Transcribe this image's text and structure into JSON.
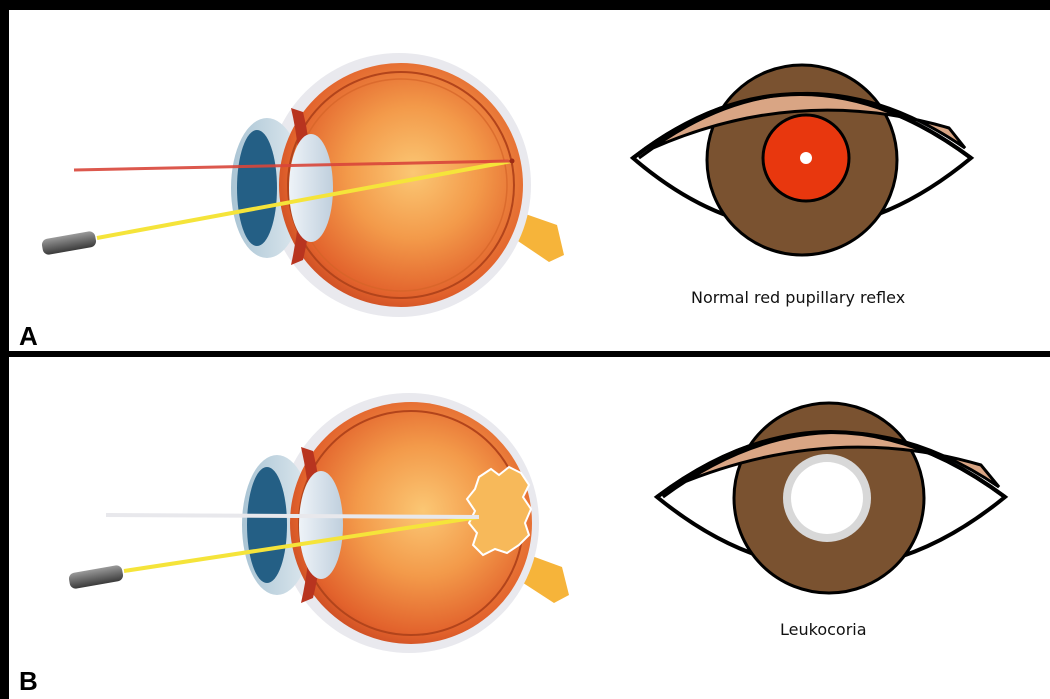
{
  "panels": [
    {
      "letter": "A",
      "caption": "Normal red pupillary reflex"
    },
    {
      "letter": "B",
      "caption": "Leukocoria"
    }
  ],
  "colors": {
    "frame": "#000000",
    "eyeball_orange": "#e8652a",
    "cornea_blue": "#2a6a8e",
    "iris_brown": "#7a5230",
    "eyelid_skin": "#d9a584",
    "red_reflex": "#e8370e",
    "leukocoria_white": "#f5f5f5",
    "light_beam": "#f5e43a"
  },
  "icons": [
    "penlight-icon",
    "eye-cross-section-icon",
    "eye-front-view-icon",
    "tumor-icon"
  ]
}
